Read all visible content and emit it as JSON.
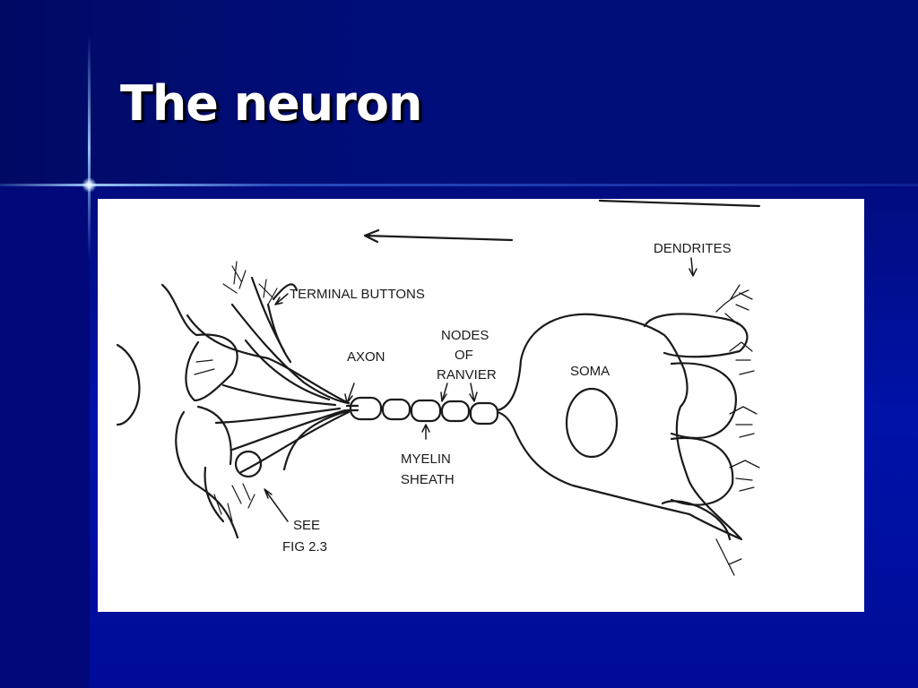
{
  "slide": {
    "title": "The neuron"
  },
  "diagram": {
    "labels": {
      "terminal_buttons": "TERMINAL BUTTONS",
      "axon": "AXON",
      "nodes_line1": "NODES",
      "nodes_line2": "OF",
      "nodes_line3": "RANVIER",
      "soma": "SOMA",
      "dendrites": "DENDRITES",
      "myelin_line1": "MYELIN",
      "myelin_line2": "SHEATH",
      "see_line1": "SEE",
      "see_line2": "FIG 2.3"
    }
  },
  "colors": {
    "background": "#000c90",
    "title_text": "#ffffff",
    "figure_background": "#ffffff",
    "line_art": "#1a1a1a"
  }
}
